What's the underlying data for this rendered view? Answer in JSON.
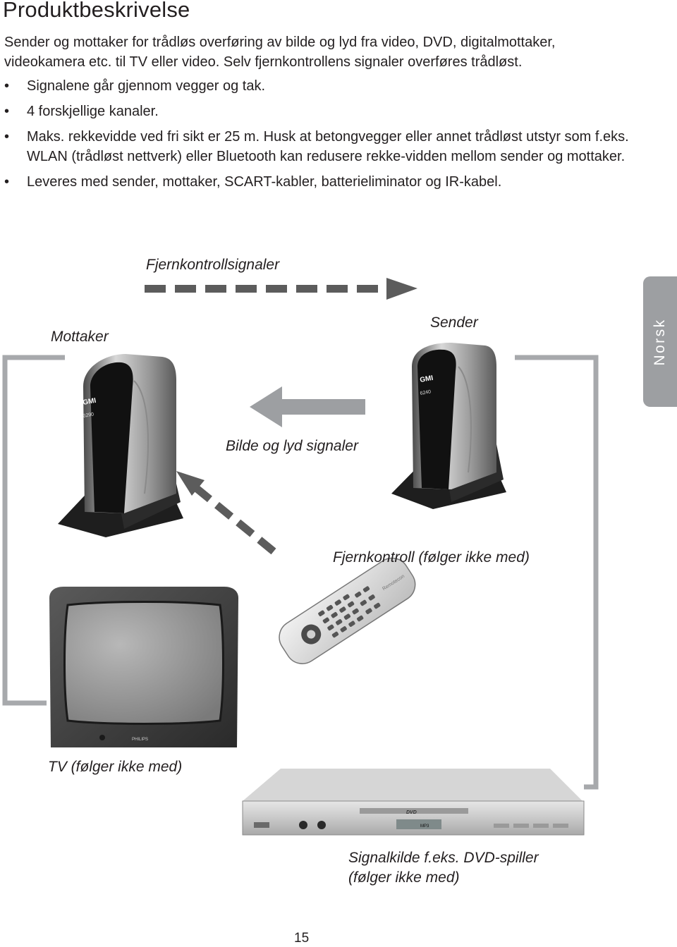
{
  "page": {
    "title": "Produktbeskrivelse",
    "intro": "Sender og mottaker for trådløs overføring av bilde og lyd fra video, DVD, digitalmottaker, videokamera etc. til TV eller video. Selv fjernkontrollens signaler overføres trådløst.",
    "bullets": [
      "Signalene går gjennom vegger og tak.",
      "4 forskjellige kanaler.",
      "Maks. rekkevidde ved fri sikt er 25 m. Husk at betongvegger eller annet trådløst utstyr som f.eks. WLAN (trådløst nettverk) eller Bluetooth kan redusere rekke-vidden mellom sender og mottaker.",
      "Leveres med sender, mottaker, SCART-kabler, batterieliminator og IR-kabel."
    ],
    "side_tab": "Norsk",
    "page_number": "15"
  },
  "diagram": {
    "remote_signals_label": "Fjernkontrollsignaler",
    "receiver_label": "Mottaker",
    "sender_label": "Sender",
    "av_signals_label": "Bilde og lyd signaler",
    "remote_label": "Fjernkontroll (følger ikke med)",
    "tv_label": "TV (følger ikke med)",
    "source_label_line1": "Signalkilde f.eks. DVD-spiller",
    "source_label_line2": "(følger ikke med)",
    "device_brand": "GMI",
    "receiver_model": "6290",
    "sender_model": "6240",
    "tv_brand": "PHILIPS",
    "dvd_logo": "DVD",
    "dvd_mp3": "MP3",
    "remote_text": "Remotecon"
  }
}
